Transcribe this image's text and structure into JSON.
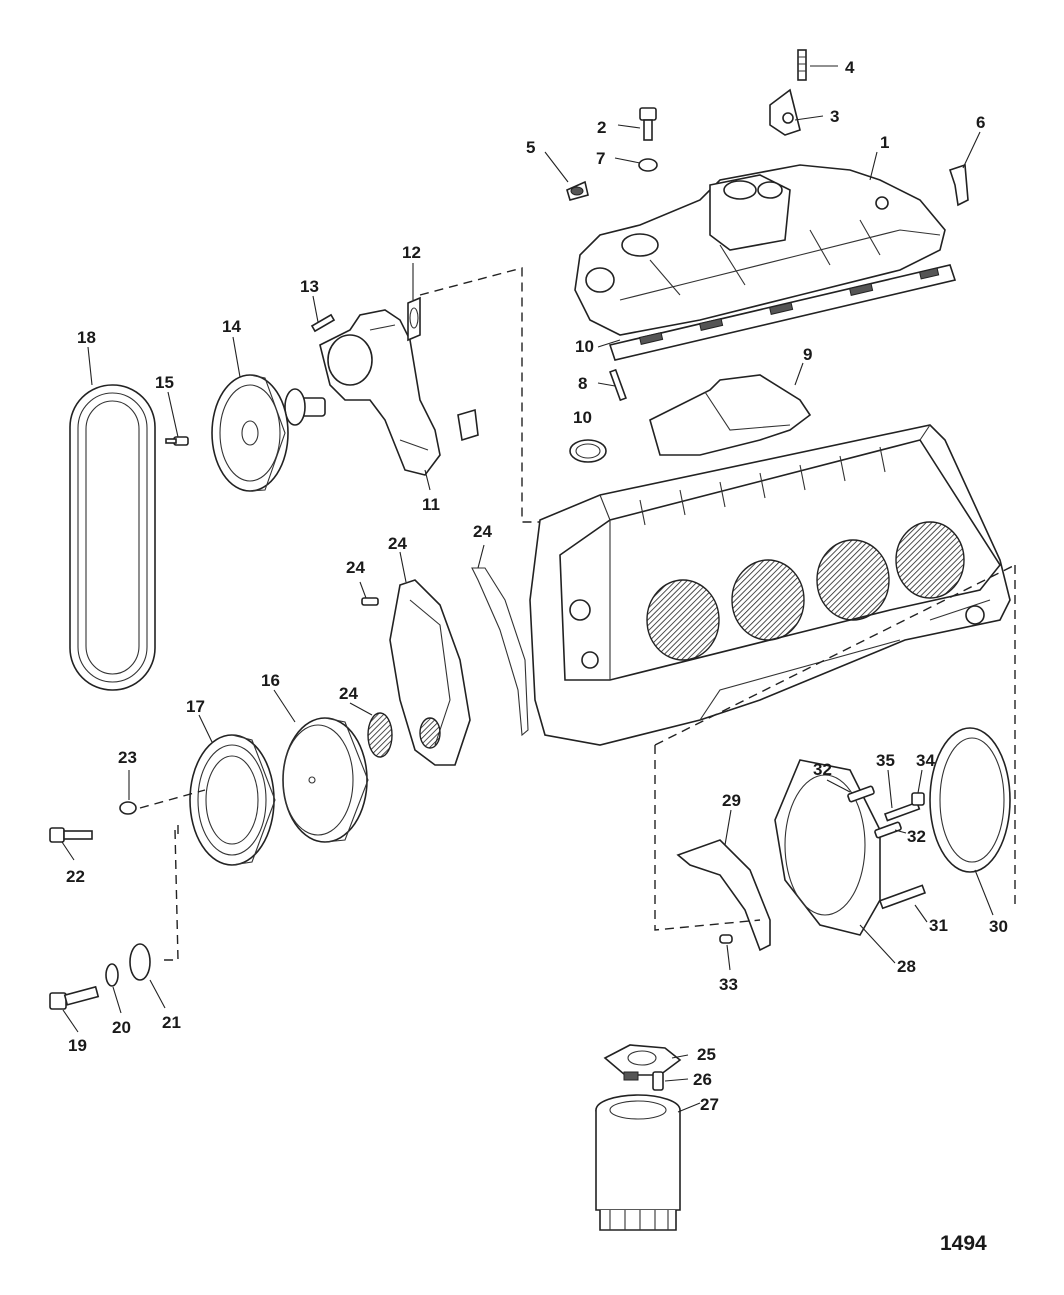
{
  "figure_number": "1494",
  "callouts": {
    "c1": "1",
    "c2": "2",
    "c3": "3",
    "c4": "4",
    "c5": "5",
    "c6": "6",
    "c7": "7",
    "c8": "8",
    "c9": "9",
    "c10a": "10",
    "c10b": "10",
    "c11": "11",
    "c12": "12",
    "c13": "13",
    "c14": "14",
    "c15": "15",
    "c16": "16",
    "c17": "17",
    "c18": "18",
    "c19": "19",
    "c20": "20",
    "c21": "21",
    "c22": "22",
    "c23": "23",
    "c24a": "24",
    "c24b": "24",
    "c24c": "24",
    "c24d": "24",
    "c25": "25",
    "c26": "26",
    "c27": "27",
    "c28": "28",
    "c29": "29",
    "c30": "30",
    "c31": "31",
    "c32a": "32",
    "c32b": "32",
    "c33": "33",
    "c34": "34",
    "c35": "35"
  }
}
